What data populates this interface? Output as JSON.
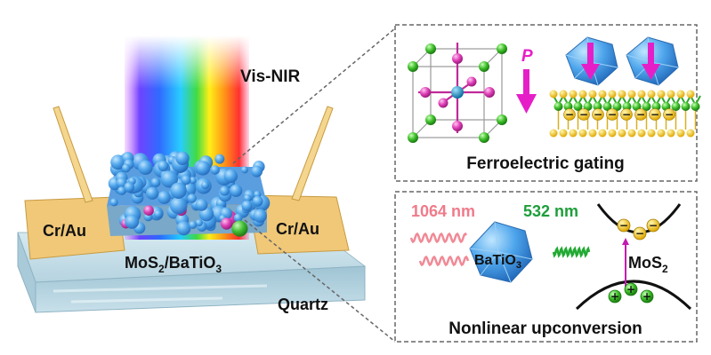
{
  "left": {
    "light_label": "Vis-NIR",
    "electrode_left": "Cr/Au",
    "electrode_right": "Cr/Au",
    "channel": {
      "base": "MoS",
      "sub1": "2",
      "mid": "/BaTiO",
      "sub2": "3"
    },
    "substrate": "Quartz"
  },
  "panel_top": {
    "polarization_symbol": "P",
    "title": "Ferroelectric gating"
  },
  "panel_bottom": {
    "wavelength_ir": "1064 nm",
    "wavelength_green": "532 nm",
    "particle": {
      "base": "BaTiO",
      "sub": "3"
    },
    "semiconductor": {
      "base": "MoS",
      "sub": "2"
    },
    "electron_sign": "−",
    "hole_sign": "+",
    "title": "Nonlinear upconversion"
  },
  "colors": {
    "polarization": "#e61ec8",
    "ir_wave": "#f08a96",
    "green_wave": "#22aa33",
    "green_text": "#1e9e3a",
    "ir_text": "#f07a8a",
    "gold": "#f0c878",
    "quartz": "#bcd8e4"
  }
}
